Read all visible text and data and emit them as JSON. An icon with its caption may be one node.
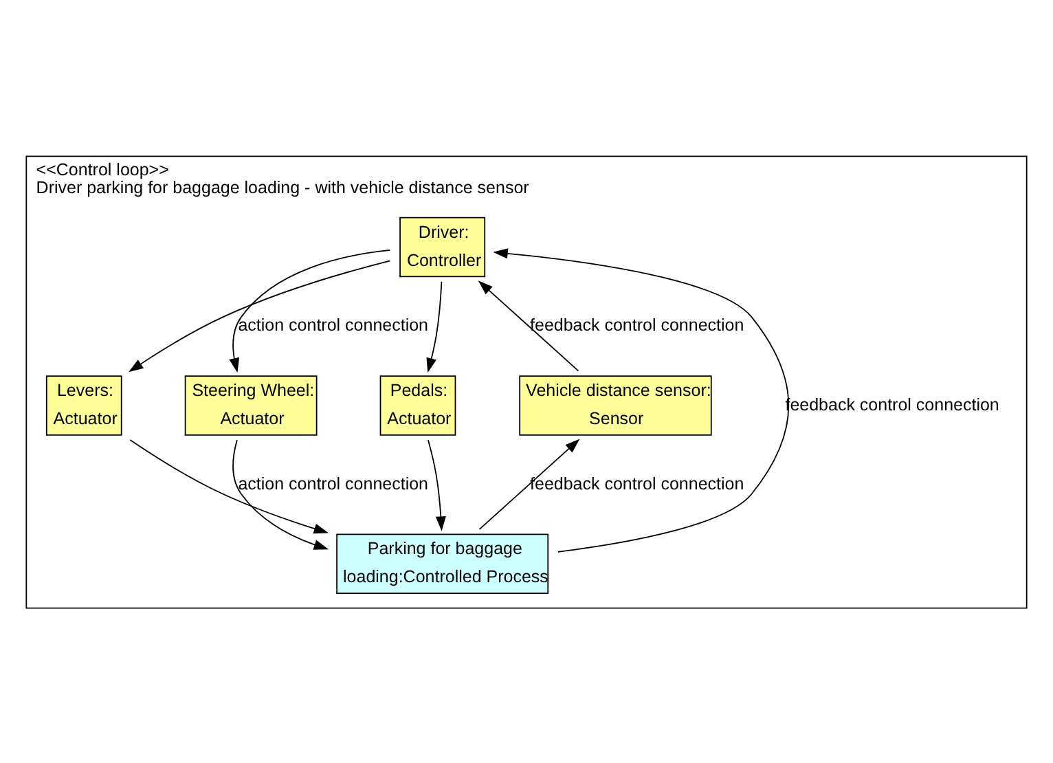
{
  "diagram": {
    "nodes": [
      {
        "text": [
          "<<Control loop>>",
          "Driver parking for baggage loading - with vehicle distance sensor"
        ]
      },
      {
        "text": [
          "Driver:",
          "Controller"
        ],
        "in": 0
      },
      {
        "text": [
          "Levers:",
          "Actuator"
        ],
        "in": 0
      },
      {
        "text": [
          "Steering Wheel:",
          "Actuator"
        ],
        "in": 0
      },
      {
        "text": [
          "Pedals:",
          "Actuator"
        ],
        "in": 0
      },
      {
        "text": [
          "Vehicle distance sensor:",
          "Sensor"
        ],
        "in": 0
      },
      {
        "text": [
          "Parking for baggage",
          "loading:Controlled Process"
        ],
        "in": 0
      }
    ],
    "edges": [
      {
        "from": 1,
        "to": 2,
        "arrow": "to"
      },
      {
        "from": 1,
        "to": 3,
        "arrow": "to",
        "label": "action control connection"
      },
      {
        "from": 1,
        "to": 4,
        "arrow": "to"
      },
      {
        "from": 2,
        "to": 6,
        "arrow": "to"
      },
      {
        "from": 3,
        "to": 6,
        "arrow": "to",
        "label": "action control connection"
      },
      {
        "from": 4,
        "to": 6,
        "arrow": "to"
      },
      {
        "from": 6,
        "to": 1,
        "arrow": "to",
        "label": "feedback control connection"
      },
      {
        "from": 6,
        "to": 5,
        "arrow": "to",
        "label": "feedback control connection"
      },
      {
        "from": 5,
        "to": 1,
        "arrow": "to",
        "label": "feedback control connection"
      }
    ]
  }
}
